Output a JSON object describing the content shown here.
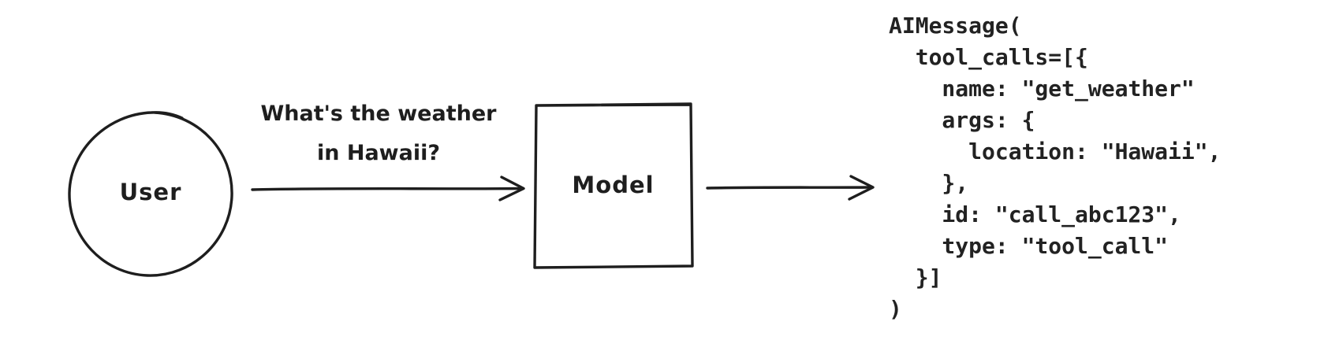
{
  "colors": {
    "ink": "#1e1e1e",
    "code_text": "#222222",
    "background": "#ffffff"
  },
  "diagram": {
    "user": {
      "label": "User"
    },
    "request": {
      "label_line1": "What's the weather",
      "label_line2": "in Hawaii?"
    },
    "model": {
      "label": "Model"
    }
  },
  "code": {
    "lines": [
      "AIMessage(",
      "  tool_calls=[{",
      "    name: \"get_weather\"",
      "    args: {",
      "      location: \"Hawaii\",",
      "    },",
      "    id: \"call_abc123\",",
      "    type: \"tool_call\"",
      "  }]",
      ")"
    ]
  }
}
